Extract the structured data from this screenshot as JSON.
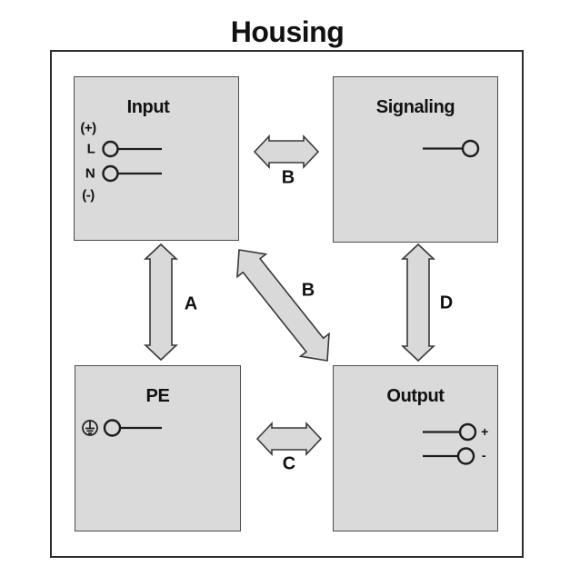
{
  "title": "Housing",
  "boxes": {
    "input": {
      "label": "Input",
      "terminal_labels": {
        "plus": "(+)",
        "line": "L",
        "neutral": "N",
        "minus": "(-)"
      }
    },
    "signaling": {
      "label": "Signaling"
    },
    "pe": {
      "label": "PE"
    },
    "output": {
      "label": "Output",
      "terminal_labels": {
        "plus": "+",
        "minus": "-"
      }
    }
  },
  "arrow_labels": {
    "a": "A",
    "b_horizontal": "B",
    "b_diagonal": "B",
    "c": "C",
    "d": "D"
  },
  "colors": {
    "box_fill": "#dadada",
    "box_border": "#4d4d4d",
    "arrow_fill": "#d9d9d9",
    "arrow_stroke": "#383838",
    "line": "#1c1c1c",
    "housing_border": "#2d2d2d",
    "text": "#111111"
  }
}
